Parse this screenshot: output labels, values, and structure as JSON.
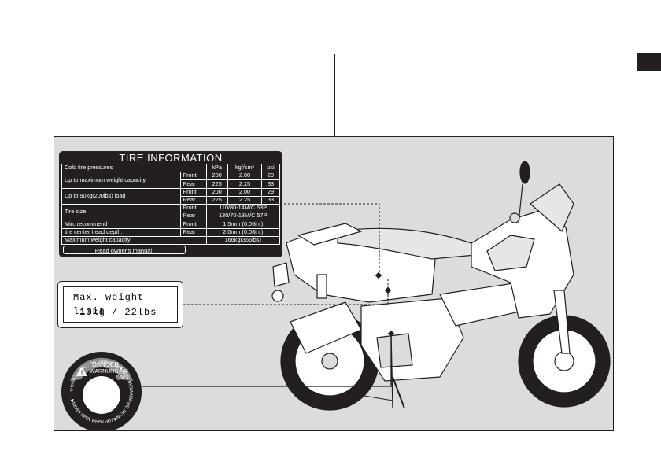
{
  "tire_label": {
    "title": "TIRE INFORMATION",
    "header": {
      "label": "Cold tire pressures",
      "units": [
        "kPa",
        "kgf/cm²",
        "psi"
      ]
    },
    "rows": [
      {
        "label": "Up to maximum weight capacity",
        "entries": [
          {
            "pos": "Front",
            "kpa": "200",
            "kgf": "2.00",
            "psi": "29"
          },
          {
            "pos": "Rear",
            "kpa": "225",
            "kgf": "2.25",
            "psi": "33"
          }
        ]
      },
      {
        "label": "Up to 90kg(200lbs) load",
        "entries": [
          {
            "pos": "Front",
            "kpa": "200",
            "kgf": "2.00",
            "psi": "29"
          },
          {
            "pos": "Rear",
            "kpa": "225",
            "kgf": "2.25",
            "psi": "33"
          }
        ]
      }
    ],
    "tire_size": {
      "label": "Tire size",
      "front_pos": "Front",
      "front": "110/80-14M/C 53P",
      "rear_pos": "Rear",
      "rear": "130/70-13M/C 57P"
    },
    "tread": {
      "label_line1": "Min. recommend",
      "label_line2": "tire center tread depth.",
      "front_pos": "Front",
      "front": "1.5mm (0.06in.)",
      "rear_pos": "Rear",
      "rear": "2.0mm (0.08in.)"
    },
    "max_weight": {
      "label": "Maximum weight capacity",
      "value": "166kg(366lbs)"
    },
    "note": "Read owner's manual."
  },
  "max_weight_label": {
    "line1": "Max. weight limit",
    "line2": "10kg / 22lbs"
  },
  "danger_label": {
    "title_en": "DANGER",
    "title_de": "WARNUNG",
    "title_jp1": "危険",
    "title_jp2": "危険",
    "ring_text": "▶NEVER OPEN WHEN HOT  ▶NICHT ÖFFNEN WENN HEISS  ▶熱い時は開けないこと  ▶hot coolant will scald you"
  },
  "colors": {
    "label_bg": "#231f20",
    "panel_bg": "#dcdcdd",
    "page_bg": "#ffffff",
    "warning_red": "#d6001c"
  }
}
